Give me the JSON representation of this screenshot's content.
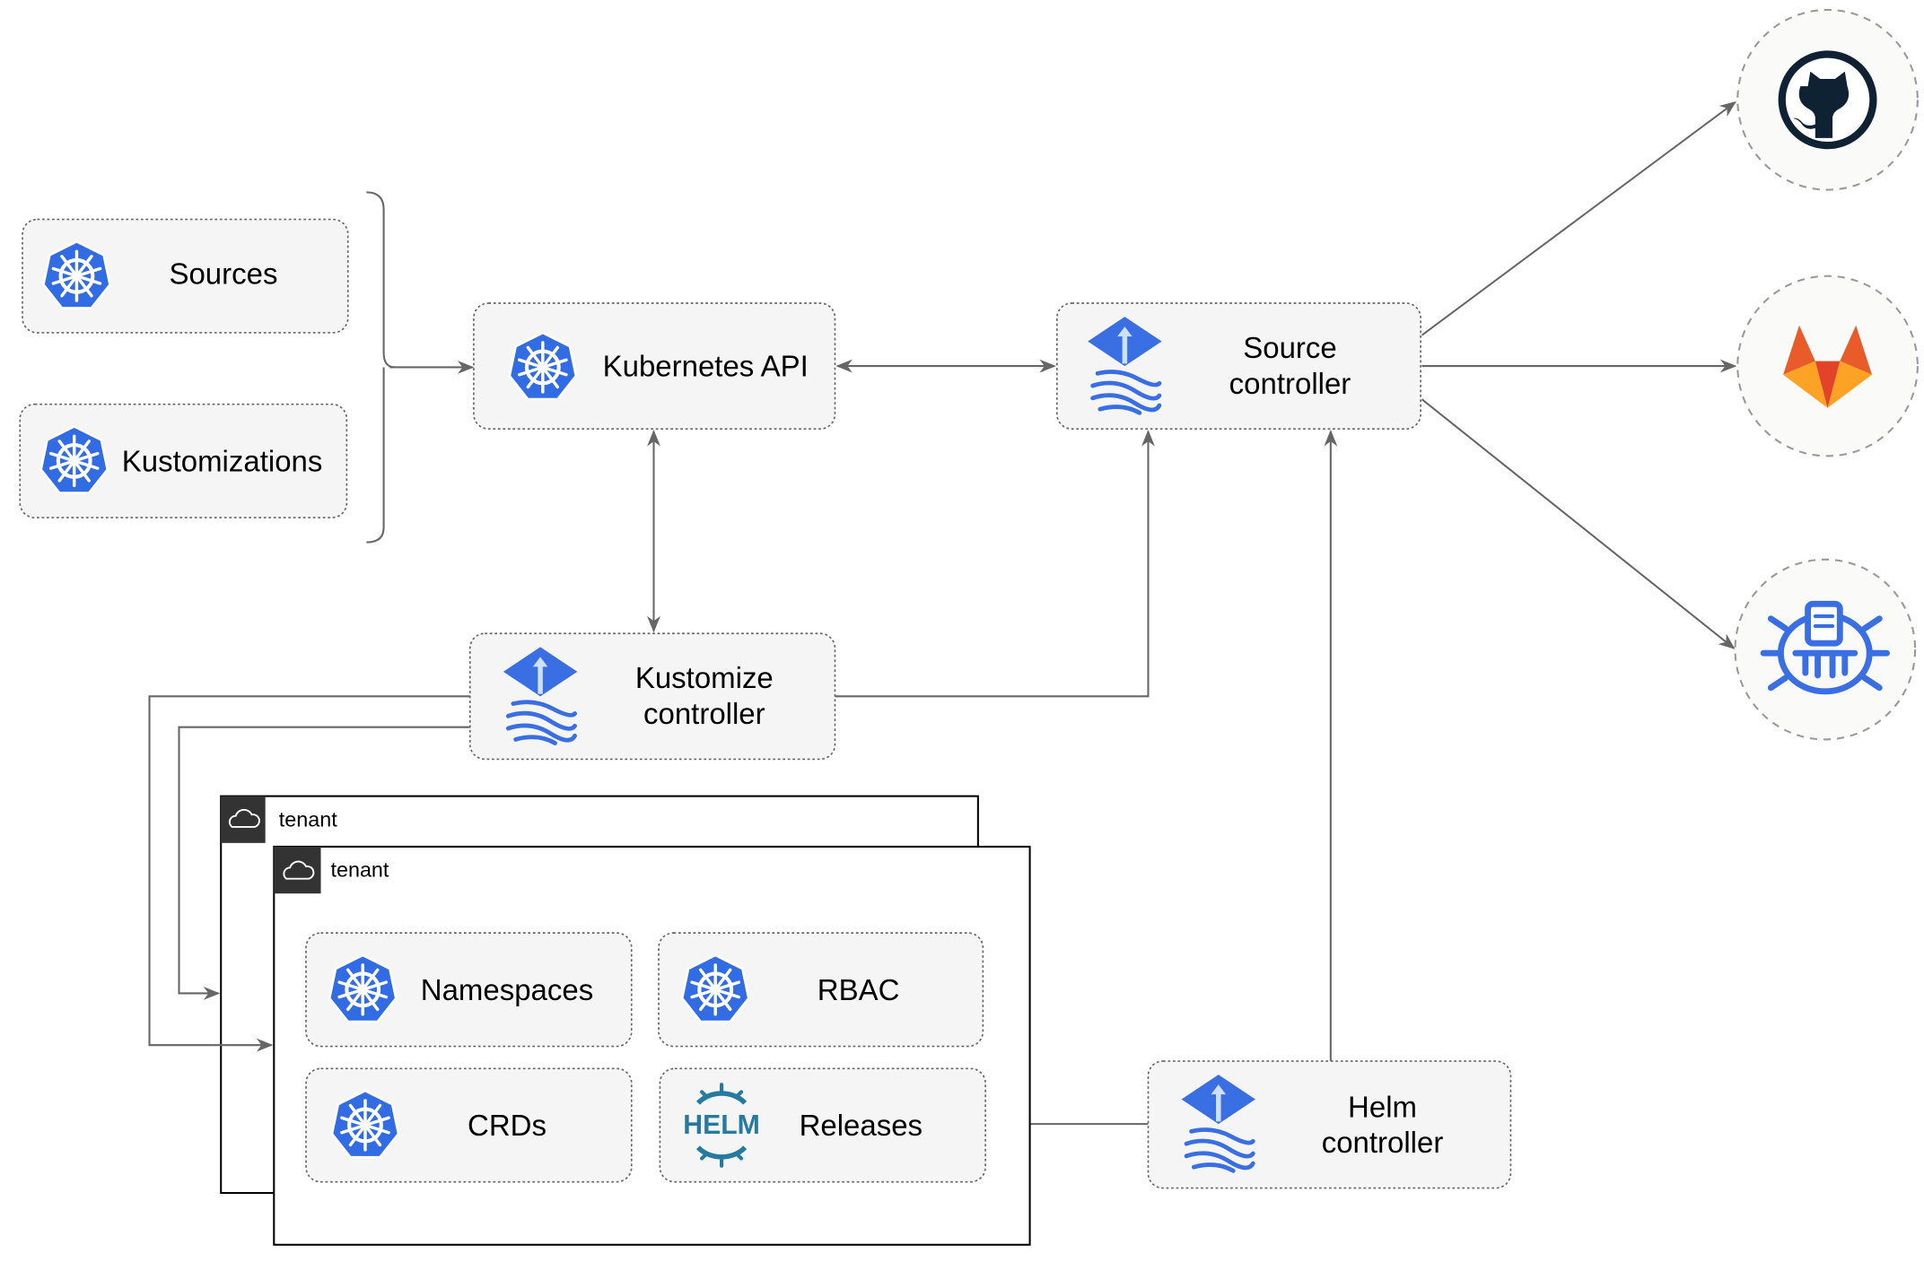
{
  "nodes": {
    "sources": "Sources",
    "kustomizations": "Kustomizations",
    "kubernetes_api": "Kubernetes API",
    "source_controller": [
      "Source",
      "controller"
    ],
    "kustomize_controller": [
      "Kustomize",
      "controller"
    ],
    "helm_controller": [
      "Helm",
      "controller"
    ],
    "namespaces": "Namespaces",
    "rbac": "RBAC",
    "crds": "CRDs",
    "releases": "Releases",
    "helm_logo_text": "HELM"
  },
  "tenants": [
    {
      "label": "tenant"
    },
    {
      "label": "tenant"
    }
  ],
  "external_sources": [
    {
      "icon": "github-icon"
    },
    {
      "icon": "gitlab-icon"
    },
    {
      "icon": "bucket-icon"
    }
  ],
  "colors": {
    "kubernetes_blue": "#326ce5",
    "flux_blue": "#3a6fe3",
    "helm_blue": "#277a9f",
    "github_dark": "#0f2233",
    "gitlab_orange": "#e95c2a",
    "gitlab_yellow": "#fca326"
  }
}
